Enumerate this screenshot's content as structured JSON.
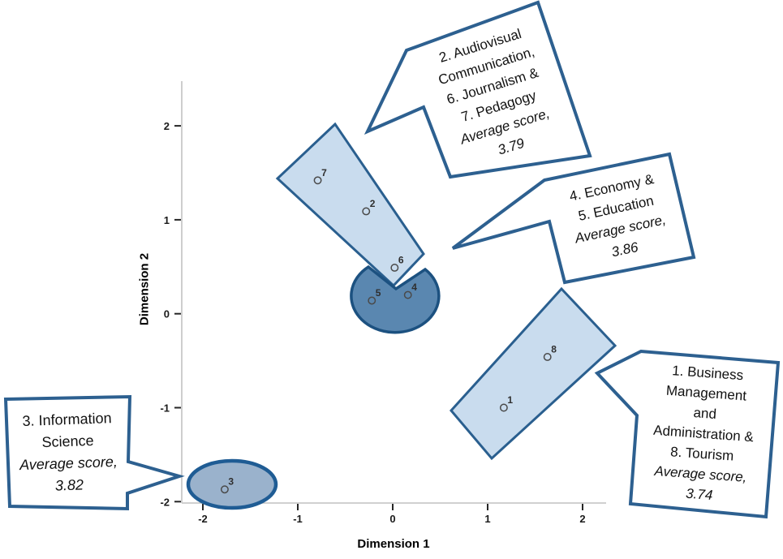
{
  "figure": {
    "xlabel": "Dimension 1",
    "ylabel": "Dimension 2"
  },
  "chart_data": {
    "type": "scatter",
    "title": "",
    "xlabel": "Dimension 1",
    "ylabel": "Dimension 2",
    "xlim": [
      -2.22,
      2.25
    ],
    "ylim": [
      -2.03,
      2.48
    ],
    "xticks": [
      -2,
      -1,
      0,
      1,
      2
    ],
    "yticks": [
      -2,
      -1,
      0,
      1,
      2
    ],
    "grid": false,
    "legend": false,
    "points": [
      {
        "label": "1",
        "x": 1.17,
        "y": -1.0
      },
      {
        "label": "2",
        "x": -0.28,
        "y": 1.09
      },
      {
        "label": "3",
        "x": -1.77,
        "y": -1.87
      },
      {
        "label": "4",
        "x": 0.16,
        "y": 0.2
      },
      {
        "label": "5",
        "x": -0.22,
        "y": 0.14
      },
      {
        "label": "6",
        "x": 0.02,
        "y": 0.49
      },
      {
        "label": "7",
        "x": -0.79,
        "y": 1.42
      },
      {
        "label": "8",
        "x": 1.63,
        "y": -0.46
      }
    ],
    "clusters": [
      {
        "members": "2. Audiovisual Communication, 6. Journalism & 7. Pedagogy",
        "average_score": 3.79
      },
      {
        "members": "4. Economy & 5. Education",
        "average_score": 3.86
      },
      {
        "members": "1. Business Management and Administration & 8. Tourism",
        "average_score": 3.74
      },
      {
        "members": "3. Information Science",
        "average_score": 3.82
      }
    ]
  },
  "callouts": [
    {
      "lines": [
        "2. Audiovisual",
        "Communication,",
        "6. Journalism &",
        "7. Pedagogy",
        "Average score,",
        "3.79"
      ]
    },
    {
      "lines": [
        "4. Economy &",
        "5. Education",
        "Average score,",
        "3.86"
      ]
    },
    {
      "lines": [
        "1. Business",
        "Management",
        "and",
        "Administration &",
        "8. Tourism",
        "Average score,",
        "3.74"
      ]
    },
    {
      "lines": [
        "3. Information",
        "Science",
        "Average score,",
        "3.82"
      ]
    }
  ],
  "colors": {
    "cluster_light_fill": "#c9dcee",
    "cluster_light_stroke": "#2a5f8f",
    "cluster_dark_fill": "#5a87b0",
    "cluster_dark_stroke": "#1c5180",
    "cluster_medium_fill": "#9ab2cc",
    "cluster_medium_stroke": "#1f5c94",
    "callout_stroke": "#2d6090",
    "callout_fill": "#ffffff",
    "axis_line": "#c9c9c9",
    "tick_color": "#262626",
    "marker_stroke": "#4a4a4a"
  }
}
